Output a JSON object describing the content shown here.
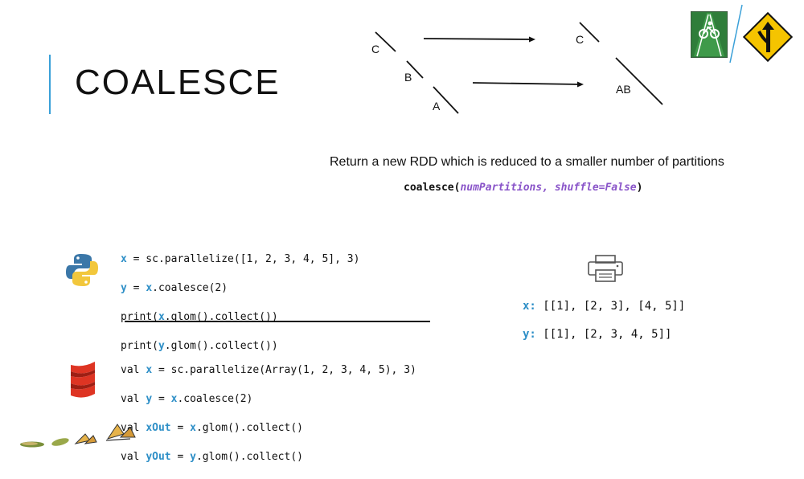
{
  "slide": {
    "title": "COALESCE",
    "description": "Return a new RDD which is reduced to a smaller number of partitions",
    "signature": {
      "func": "coalesce(",
      "params": "numPartitions, shuffle=False",
      "close": ")"
    }
  },
  "diagram": {
    "left_labels": [
      "C",
      "B",
      "A"
    ],
    "right_labels": [
      "C",
      "AB"
    ]
  },
  "python_code": {
    "lines": [
      {
        "var": "x",
        "rest": " = sc.parallelize([1, 2, 3, 4, 5], 3)"
      },
      {
        "var": "y",
        "mid": " = ",
        "var2": "x",
        "rest": ".coalesce(2)"
      },
      {
        "pre": "print(",
        "var": "x",
        "rest": ".glom().collect())"
      },
      {
        "pre": "print(",
        "var": "y",
        "rest": ".glom().collect())"
      }
    ]
  },
  "scala_code": {
    "lines": [
      {
        "pre": "val ",
        "var": "x",
        "rest": " = sc.parallelize(Array(1, 2, 3, 4, 5), 3)"
      },
      {
        "pre": "val ",
        "var": "y",
        "mid": " = ",
        "var2": "x",
        "rest": ".coalesce(2)"
      },
      {
        "pre": "val ",
        "var": "xOut",
        "mid": " = ",
        "var2": "x",
        "rest": ".glom().collect()"
      },
      {
        "pre": "val ",
        "var": "yOut",
        "mid": " = ",
        "var2": "y",
        "rest": ".glom().collect()"
      }
    ]
  },
  "output": {
    "x_label": "x:",
    "x_value": " [[1], [2, 3], [4, 5]]",
    "y_label": "y:",
    "y_value": " [[1], [2, 3, 4, 5]]"
  },
  "icons": [
    "bike-lane-sign-icon",
    "merge-sign-icon",
    "python-logo-icon",
    "scala-logo-icon",
    "printer-icon",
    "caterpillar-butterfly-icon"
  ],
  "colors": {
    "accent": "#3aa0d8",
    "code_var": "#2e8fc7",
    "param": "#8a55c9"
  }
}
